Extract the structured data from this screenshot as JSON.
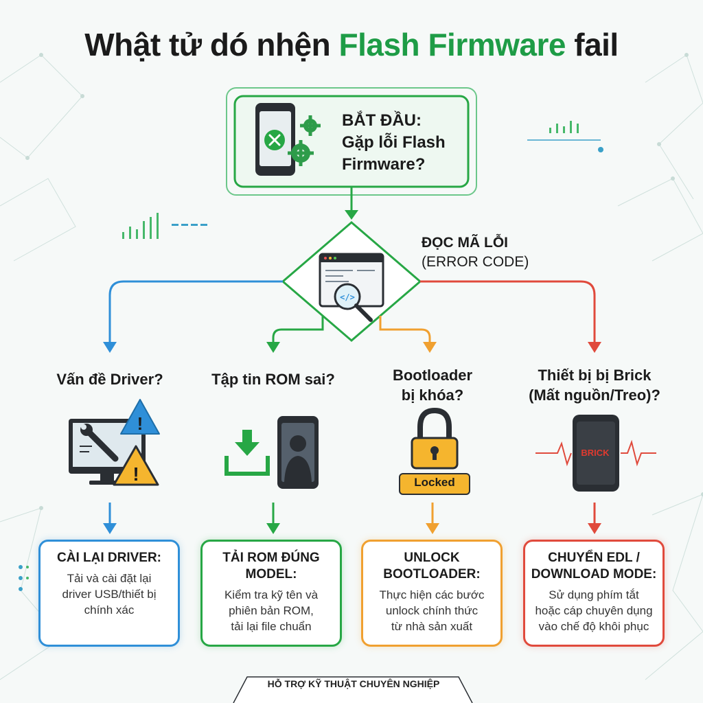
{
  "title": {
    "prefix": "Whật tử dó nhện ",
    "highlight": "Flash Firmware",
    "suffix": " fail"
  },
  "start": {
    "line1": "BẮT ĐẦU:",
    "line2": "Gặp lỗi Flash",
    "line3": "Firmware?"
  },
  "read_error": {
    "line1": "ĐỌC MÃ LỖI",
    "line2": "(ERROR CODE)"
  },
  "branches": [
    {
      "question_1": "Vấn đề Driver?",
      "question_2": "",
      "card_title_1": "CÀI LẠI DRIVER:",
      "card_title_2": "",
      "card_desc": [
        "Tải và cài đặt lại",
        "driver USB/thiết bị",
        "chính xác"
      ],
      "color": "#2f8fd8"
    },
    {
      "question_1": "Tập tin ROM sai?",
      "question_2": "",
      "card_title_1": "TẢI ROM ĐÚNG",
      "card_title_2": "MODEL:",
      "card_desc": [
        "Kiểm tra kỹ tên và",
        "phiên bản ROM,",
        "tải lại file chuẩn"
      ],
      "color": "#27a745"
    },
    {
      "question_1": "Bootloader",
      "question_2": "bị khóa?",
      "card_title_1": "UNLOCK",
      "card_title_2": "BOOTLOADER:",
      "card_desc": [
        "Thực hiện các bước",
        "unlock chính thức",
        "từ nhà sản xuất"
      ],
      "color": "#f0a030"
    },
    {
      "question_1": "Thiết bị bị Brick",
      "question_2": "(Mất nguồn/Treo)?",
      "card_title_1": "CHUYỂN EDL /",
      "card_title_2": "DOWNLOAD MODE:",
      "card_desc": [
        "Sử dụng phím tắt",
        "hoặc cáp chuyên dụng",
        "vào chế độ khôi phục"
      ],
      "color": "#e04a3c"
    }
  ],
  "locked_label": "Locked",
  "brick_label": "BRICK",
  "footer": "HỖ TRỢ KỸ THUẬT CHUYÊN NGHIỆP",
  "colors": {
    "accent_green": "#1e9c46",
    "blue": "#2f8fd8",
    "orange": "#f0a030",
    "red": "#e04a3c"
  },
  "icons": [
    "phone-error-icon",
    "gears-icon",
    "code-search-icon",
    "monitor-wrench-icon",
    "warning-icon",
    "download-icon",
    "phone-silhouette-icon",
    "padlock-icon",
    "bricked-phone-icon"
  ]
}
